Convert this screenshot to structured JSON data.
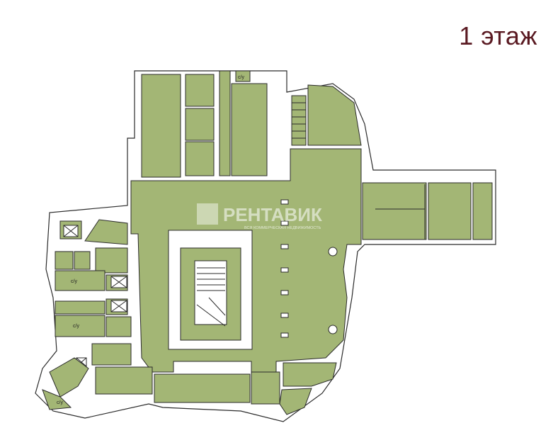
{
  "floor": {
    "title": "1 этаж"
  },
  "labels": {
    "wc": "с/у"
  },
  "watermark": {
    "brand": "РЕНТАВИК",
    "tagline": "ВСЯ КОММЕРЧЕСКАЯ НЕДВИЖИМОСТЬ"
  },
  "colors": {
    "room": "#a3b675",
    "title": "#5a1a22",
    "wall": "#2b2b2b"
  }
}
